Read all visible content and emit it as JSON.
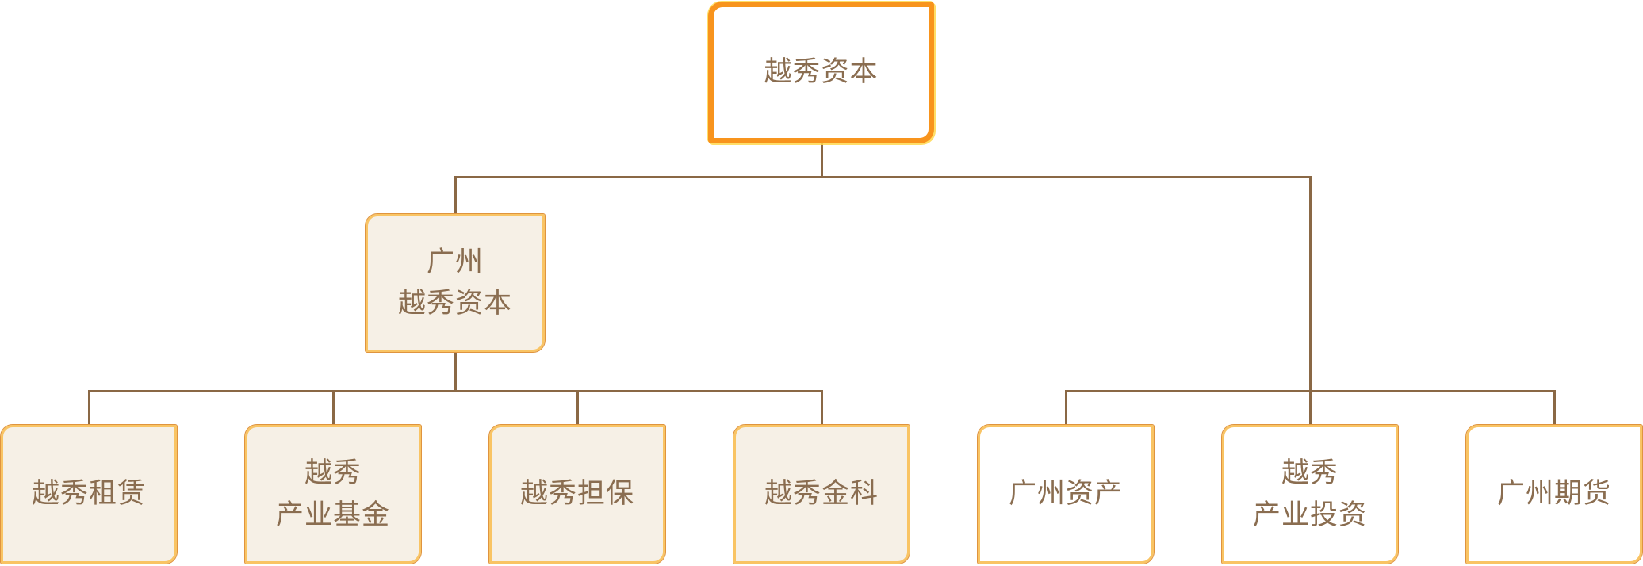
{
  "org_chart": {
    "type": "organization-tree",
    "root": {
      "label": "越秀资本",
      "children": [
        {
          "label": "广州\n越秀资本",
          "children": [
            {
              "label": "越秀租赁"
            },
            {
              "label": "越秀\n产业基金"
            },
            {
              "label": "越秀担保"
            },
            {
              "label": "越秀金科"
            }
          ]
        },
        {
          "label": "广州资产"
        },
        {
          "label": "越秀\n产业投资"
        },
        {
          "label": "广州期货"
        }
      ]
    },
    "colors": {
      "root_border": "#f8941d",
      "child_border_outer": "#df943f",
      "child_border_inner": "#f9c464",
      "cream_fill": "#f6f0e6",
      "white_fill": "#ffffff",
      "text": "#8a6d50",
      "connector": "#8a6845",
      "background": "#ffffff"
    }
  }
}
